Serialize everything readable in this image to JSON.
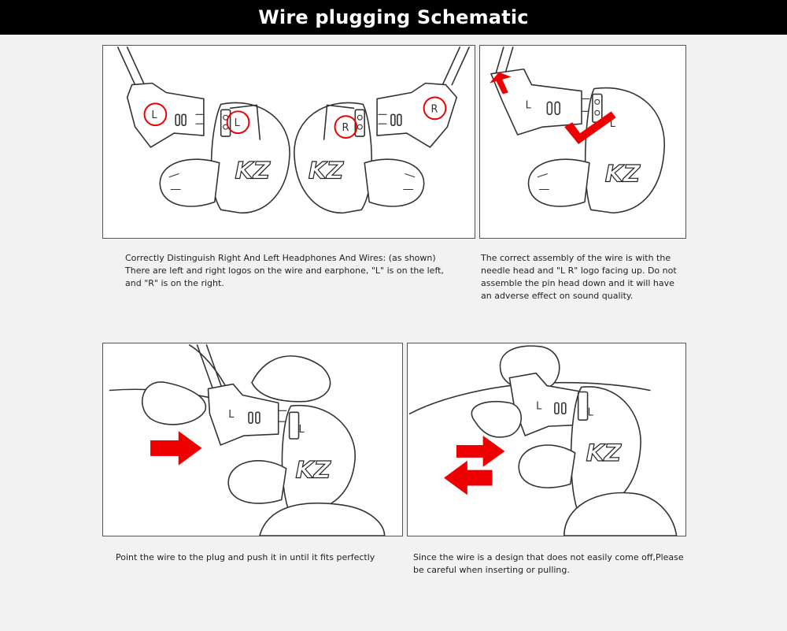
{
  "header": {
    "title": "Wire plugging Schematic"
  },
  "colors": {
    "accent": "#e00000",
    "header_bg": "#000000",
    "line": "#333333"
  },
  "panels": {
    "p1": {
      "left_mark": "L",
      "right_mark": "R",
      "brand": "KZ"
    },
    "p2": {
      "mark": "L",
      "brand": "KZ"
    },
    "p3": {
      "mark": "L",
      "brand": "KZ"
    },
    "p4": {
      "mark": "L",
      "brand": "KZ"
    }
  },
  "captions": {
    "c1_line1": "Correctly Distinguish Right And Left Headphones And Wires: (as shown)",
    "c1_line2": "There are left and right logos on the wire and earphone, \"L\" is on the left,",
    "c1_line3": "and \"R\" is on the right.",
    "c2_line1": "The correct assembly of the wire is with the",
    "c2_line2": "needle head and \"L R\" logo facing up. Do not",
    "c2_line3": "assemble the pin head down and it will have",
    "c2_line4": "an adverse effect on sound quality.",
    "c3_line1": "Point the wire to the plug and push it in until it fits perfectly",
    "c4_line1": "Since the wire is a design that does not easily come off,Please",
    "c4_line2": "be careful when inserting or pulling."
  }
}
